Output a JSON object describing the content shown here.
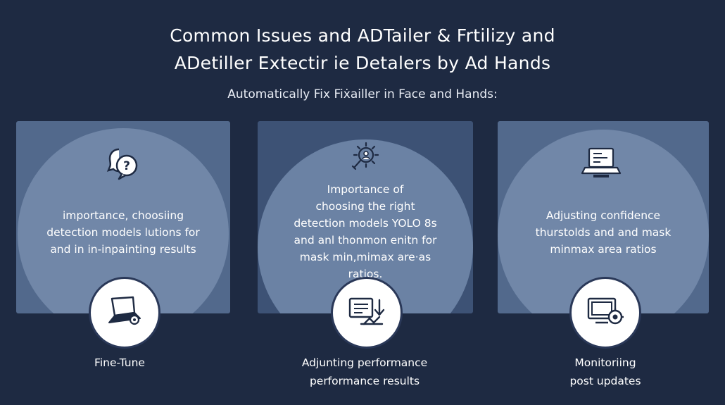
{
  "header": {
    "title_line1": "Common Issues and ADTailer & Frtilizy and",
    "title_line2": "ADetiller Extectir ie Detalers by Ad Hands",
    "subtitle": "Automatically Fix Fiẋailler in Face and Hands:"
  },
  "panels": [
    {
      "icon": "question-bubble-icon",
      "lines": [
        "importance, choosiing",
        "detection models lutions for",
        "and in in-inpainting results"
      ]
    },
    {
      "icon": "target-search-icon",
      "lines": [
        "Importance of",
        "choosing the right",
        "detection models YOLO 8s",
        "and anl thonmon enitn for",
        "mask min,mimax are·as",
        "ratios."
      ]
    },
    {
      "icon": "laptop-settings-icon",
      "lines": [
        "Adjusting confidence",
        "thurstolds and and mask",
        "minmax area ratios"
      ]
    }
  ],
  "steps": [
    {
      "icon": "laptop-tool-icon",
      "lines": [
        "Fine-Tune"
      ]
    },
    {
      "icon": "document-check-icon",
      "lines": [
        "Adjunting performance",
        "performance results"
      ]
    },
    {
      "icon": "monitor-gear-icon",
      "lines": [
        "Monitoriing",
        "post updates"
      ]
    }
  ],
  "colors": {
    "background": "#1e2a42",
    "panel": "#52698c",
    "panel_dark": "#3d5275",
    "circle": "#7187a8",
    "badge": "#ffffff",
    "icon_dark": "#1e2a42"
  }
}
